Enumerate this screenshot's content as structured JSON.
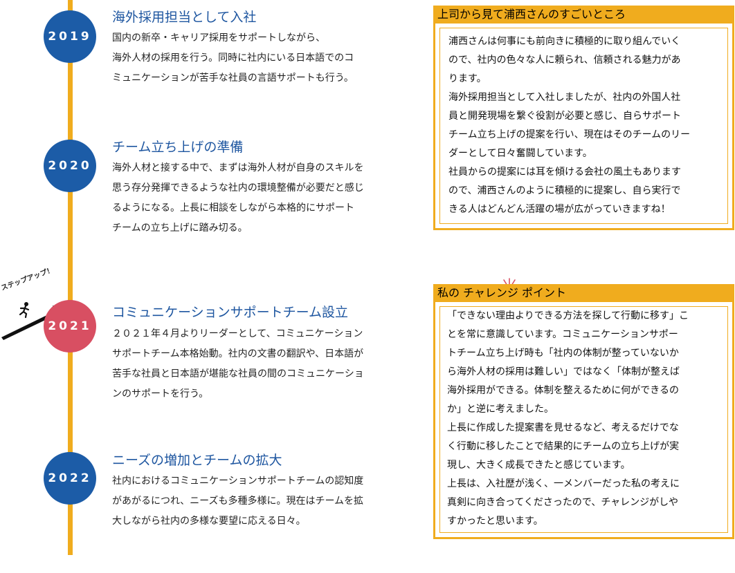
{
  "timeline": [
    {
      "year": "2019",
      "title": "海外採用担当として入社",
      "lines": [
        "国内の新卒・キャリア採用をサポートしながら、",
        "海外人材の採用を行う。同時に社内にいる日本語でのコ",
        "ミュニケーションが苦手な社員の言語サポートも行う。"
      ]
    },
    {
      "year": "2020",
      "title": "チーム立ち上げの準備",
      "lines": [
        "海外人材と接する中で、まずは海外人材が自身のスキルを",
        "思う存分発揮できるような社内の環境整備が必要だと感じ",
        "るようになる。上長に相談をしながら本格的にサポート",
        "チームの立ち上げに踏み切る。"
      ]
    },
    {
      "year": "2021",
      "title": "コミュニケーションサポートチーム設立",
      "lines": [
        "２０２１年４月よりリーダーとして、コミュニケーション",
        "サポートチーム本格始動。社内の文書の翻訳や、日本語が",
        "苦手な社員と日本語が堪能な社員の間のコミュニケーショ",
        "ンのサポートを行う。"
      ]
    },
    {
      "year": "2022",
      "title": "ニーズの増加とチームの拡大",
      "lines": [
        "社内におけるコミュニケーションサポートチームの認知度",
        "があがるにつれ、ニーズも多種多様に。現在はチームを拡",
        "大しながら社内の多様な要望に応える日々。"
      ]
    }
  ],
  "stepup_label": "ステップアップ！",
  "boss_box": {
    "title": "上司から見て浦西さんのすごいところ",
    "lines": [
      "浦西さんは何事にも前向きに積極的に取り組んでいく",
      "ので、社内の色々な人に頼られ、信頼される魅力があ",
      "ります。",
      "海外採用担当として入社しましたが、社内の外国人社",
      "員と開発現場を繋ぐ役割が必要と感じ、自らサポート",
      "チーム立ち上げの提案を行い、現在はそのチームのリー",
      "ダーとして日々奮闘しています。",
      "社員からの提案には耳を傾ける会社の風土もあります",
      "ので、浦西さんのように積極的に提案し、自ら実行で",
      "きる人はどんどん活躍の場が広がっていきますね！"
    ]
  },
  "challenge_box": {
    "title": "私の チャレンジ ポイント",
    "lines": [
      "「できない理由よりできる方法を探して行動に移す」こ",
      "とを常に意識しています。コミュニケーションサポー",
      "トチーム立ち上げ時も「社内の体制が整っていないか",
      "ら海外人材の採用は難しい」ではなく「体制が整えば",
      "海外採用ができる。体制を整えるために何ができるの",
      "か」と逆に考えました。",
      "上長に作成した提案書を見せるなど、考えるだけでな",
      "く行動に移したことで結果的にチームの立ち上げが実",
      "現し、大きく成長できたと感じています。",
      "上長は、入社歴が浅く、一メンバーだった私の考えに",
      "真剣に向き合ってくださったので、チャレンジがしや",
      "すかったと思います。"
    ]
  },
  "colors": {
    "accent": "#f0ac1e",
    "year_blue": "#1c5ca7",
    "year_red": "#d84f62",
    "title_blue": "#1e56a0"
  }
}
